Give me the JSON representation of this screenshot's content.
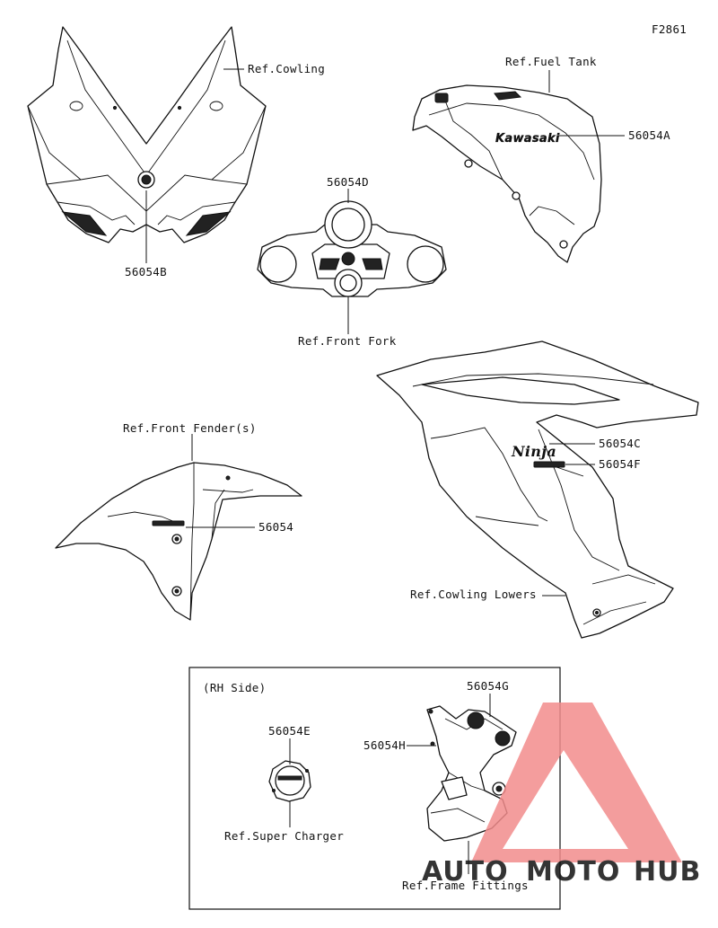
{
  "figure_code": "F2861",
  "labels": {
    "ref_cowling": "Ref.Cowling",
    "ref_fuel_tank": "Ref.Fuel Tank",
    "part_56054A": "56054A",
    "part_56054B": "56054B",
    "part_56054D": "56054D",
    "ref_front_fork": "Ref.Front Fork",
    "ref_front_fender": "Ref.Front Fender(s)",
    "part_56054": "56054",
    "part_56054C": "56054C",
    "part_56054F": "56054F",
    "ref_cowling_lowers": "Ref.Cowling Lowers",
    "rh_side": "(RH Side)",
    "part_56054E": "56054E",
    "ref_super_charger": "Ref.Super Charger",
    "part_56054G": "56054G",
    "part_56054H": "56054H",
    "ref_frame_fittings": "Ref.Frame Fittings"
  },
  "decals": {
    "tank_logo": "Kawasaki",
    "cowl_logo": "Ninja"
  },
  "watermark": {
    "part1": "AUTO",
    "part2": "MOTO",
    "part3": "HUB",
    "color_light": "#f7b27e",
    "color_main": "#f28c8c",
    "color_dark": "#6b6b6b"
  }
}
